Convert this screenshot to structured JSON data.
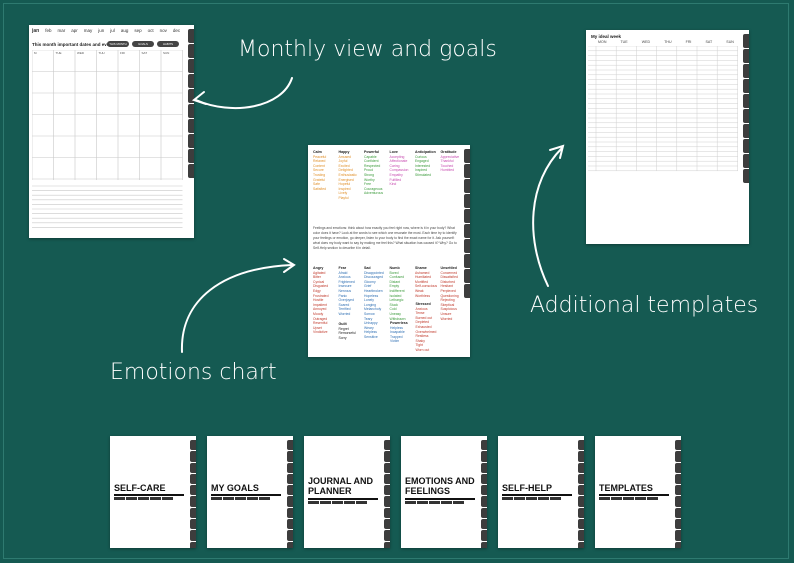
{
  "captions": {
    "monthly": "Monthly view and goals",
    "additional": "Additional templates",
    "emotions": "Emotions chart"
  },
  "monthly_page": {
    "months": [
      "jan",
      "feb",
      "mar",
      "apr",
      "may",
      "jun",
      "jul",
      "aug",
      "sep",
      "oct",
      "nov",
      "dec"
    ],
    "title": "This month important dates and events",
    "buttons": [
      "THIS MONTH",
      "GOALS",
      "HABITS"
    ],
    "weekdays": [
      "M",
      "TUE",
      "WED",
      "THU",
      "FRI",
      "SAT",
      "SUN"
    ]
  },
  "weekly_page": {
    "title": "My ideal week",
    "days": [
      "MON",
      "TUE",
      "WED",
      "THU",
      "FRI",
      "SAT",
      "SUN"
    ]
  },
  "emotions_page": {
    "columns_top": [
      {
        "head": "Calm",
        "color": "#e0902a",
        "items": [
          "Peaceful",
          "Relaxed",
          "Content",
          "Secure",
          "Trusting",
          "Grateful",
          "Safe",
          "Satisfied"
        ]
      },
      {
        "head": "Happy",
        "color": "#e0902a",
        "items": [
          "Amused",
          "Joyful",
          "Excited",
          "Delighted",
          "Enthusiastic",
          "Energised",
          "Hopeful",
          "Inspired",
          "Lively",
          "Playful"
        ]
      },
      {
        "head": "Powerful",
        "color": "#3a9a3a",
        "items": [
          "Capable",
          "Confident",
          "Respected",
          "Proud",
          "Strong",
          "Worthy",
          "Free",
          "Courageous",
          "Adventurous"
        ]
      },
      {
        "head": "Love",
        "color": "#c74bb0",
        "items": [
          "Accepting",
          "Affectionate",
          "Caring",
          "Compassion",
          "Empathy",
          "Fulfilled",
          "Kind"
        ]
      },
      {
        "head": "Anticipation",
        "color": "#3a9a3a",
        "items": [
          "Curious",
          "Engaged",
          "Interested",
          "Inspired",
          "Stimulated"
        ]
      },
      {
        "head": "Gratitude",
        "color": "#c74bb0",
        "items": [
          "Appreciative",
          "Thankful",
          "Touched",
          "Humbled"
        ]
      }
    ],
    "feelings_title": "Feelings and emotions:",
    "feelings_text": "Feelings and emotions: think about how exactly you feel right now, where is it in your body? What color does it have? Look at the words to see which one resonate the most. Each time try to identify your feelings or emotion, go deeper, listen to your body to find the exact name for it. Ask yourself: what does my body want to say by making me feel this? What situation has caused it? Why? Go to Self-Help section to describe it in detail.",
    "columns_bottom": [
      {
        "head": "Angry",
        "color": "#c0392b",
        "items": [
          "Agitated",
          "Bitter",
          "Cynical",
          "Disgusted",
          "Edgy",
          "Frustrated",
          "Hostile",
          "Impatient",
          "Annoyed",
          "Moody",
          "Outraged",
          "Resentful",
          "Upset",
          "Vindictive"
        ]
      },
      {
        "head": "Fear",
        "color": "#2f6fb3",
        "items": [
          "Afraid",
          "Anxious",
          "Frightened",
          "Insecure",
          "Nervous",
          "Panic",
          "Overjoyed",
          "Scared",
          "Terrified",
          "Worried"
        ]
      },
      {
        "head": "Sad",
        "color": "#2f6fb3",
        "items": [
          "Disappointed",
          "Discouraged",
          "Gloomy",
          "Grief",
          "Heartbroken",
          "Hopeless",
          "Lonely",
          "Longing",
          "Melancholy",
          "Sorrow",
          "Teary",
          "Unhappy",
          "Weary",
          "Helpless",
          "Sensitive"
        ]
      },
      {
        "head": "Numb",
        "color": "#3a9a3a",
        "items": [
          "Bored",
          "Confused",
          "Distant",
          "Empty",
          "Indifferent",
          "Isolated",
          "Lethargic",
          "Stuck",
          "Cold",
          "Uneasy",
          "Withdrawn"
        ]
      },
      {
        "head": "Shame",
        "color": "#c0392b",
        "items": [
          "Ashamed",
          "Humiliated",
          "Mortified",
          "Self-conscious",
          "Weak",
          "Worthless"
        ]
      },
      {
        "head": "Unsettled",
        "color": "#c0392b",
        "items": [
          "Concerned",
          "Dissatisfied",
          "Disturbed",
          "Hesitant",
          "Perplexed",
          "Questioning",
          "Rejecting",
          "Skeptical",
          "Suspicious",
          "Unsure",
          "Worried"
        ]
      }
    ],
    "extra_bottom": [
      {
        "head": "Guilt",
        "color": "#222",
        "items": [
          "Regret",
          "Remorseful",
          "Sorry"
        ]
      },
      {
        "head": "Powerless",
        "color": "#2f6fb3",
        "items": [
          "Helpless",
          "Incapable",
          "Trapped",
          "Victim"
        ]
      },
      {
        "head": "Stressed",
        "color": "#c0392b",
        "items": [
          "Anxious",
          "Tense",
          "Burned out",
          "Depleted",
          "Exhausted",
          "Overwhelmed",
          "Restless",
          "Shaky",
          "Tight",
          "Worn out"
        ]
      }
    ]
  },
  "sections": [
    {
      "title": "SELF-CARE"
    },
    {
      "title": "MY GOALS"
    },
    {
      "title": "JOURNAL AND PLANNER"
    },
    {
      "title": "EMOTIONS AND FEELINGS"
    },
    {
      "title": "SELF-HELP"
    },
    {
      "title": "TEMPLATES"
    }
  ],
  "colors": {
    "background": "#155a52",
    "page": "#ffffff",
    "tab": "#3d3d3d",
    "caption": "#ffffff"
  }
}
